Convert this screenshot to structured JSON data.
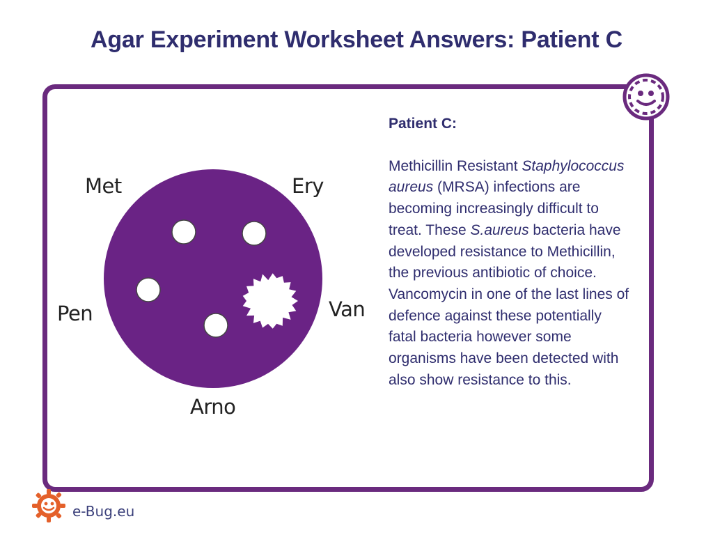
{
  "slide": {
    "title": "Agar Experiment Worksheet Answers: Patient C"
  },
  "plate": {
    "labels": {
      "met": "Met",
      "ery": "Ery",
      "pen": "Pen",
      "van": "Van",
      "arno": "Arno"
    },
    "colors": {
      "agar": "#6a2385",
      "disc": "#ffffff"
    }
  },
  "panel": {
    "heading": "Patient C:",
    "paragraph": [
      {
        "text": "Methicillin Resistant ",
        "italic": false
      },
      {
        "text": "Staphylococcus aureus",
        "italic": true
      },
      {
        "text": " (MRSA) infections are becoming increasingly difficult to treat. These ",
        "italic": false
      },
      {
        "text": "S.aureus",
        "italic": true
      },
      {
        "text": " bacteria have developed resistance to Methicillin, the previous antibiotic of choice. Vancomycin in one of the last lines of defence against these potentially fatal bacteria however some organisms have been detected with also show resistance to this.",
        "italic": false
      }
    ]
  },
  "footer": {
    "brand": "e-Bug.eu"
  },
  "icons": {
    "corner": "ebug-mascot-icon",
    "footer": "ebug-logo-icon"
  },
  "theme": {
    "frame_color": "#6a2a7e",
    "title_color": "#2f2d6e",
    "footer_logo_color": "#e4602a"
  }
}
